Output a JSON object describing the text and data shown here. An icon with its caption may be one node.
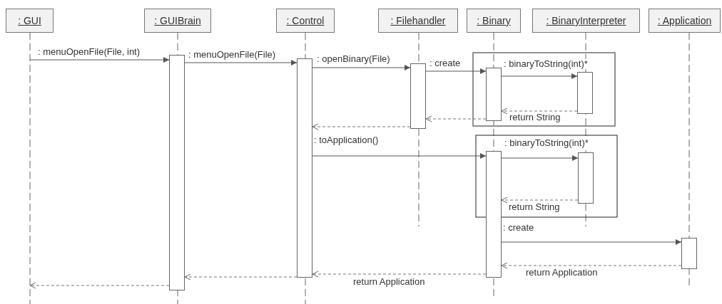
{
  "diagram": {
    "nodes": [
      {
        "text": [
          ": GUI"
        ]
      },
      {
        "text": [
          ": GUIBrain"
        ]
      },
      {
        "text": [
          ": Control"
        ]
      },
      {
        "text": [
          ": Filehandler"
        ]
      },
      {
        "text": [
          ": Binary"
        ]
      },
      {
        "text": [
          ": BinaryInterpreter"
        ]
      },
      {
        "text": [
          ": Application"
        ]
      },
      {
        "text": [],
        "shape": "bar"
      },
      {
        "text": [],
        "shape": "bar"
      },
      {
        "text": [],
        "shape": "bar"
      },
      {
        "text": [],
        "shape": "bar"
      },
      {
        "text": [],
        "shape": "bar"
      },
      {
        "text": [],
        "shape": "bar"
      },
      {
        "text": [],
        "shape": "bar"
      },
      {
        "text": [],
        "shape": "bar"
      }
    ],
    "edges": [
      {
        "from": null,
        "to": 7,
        "arrow": "to",
        "label": ": menuOpenFile(File, int)"
      },
      {
        "from": 7,
        "to": 8,
        "arrow": "to",
        "label": ": menuOpenFile(File)"
      },
      {
        "from": 8,
        "to": 9,
        "arrow": "to",
        "label": ": openBinary(File)"
      },
      {
        "from": 9,
        "to": 10,
        "arrow": "to",
        "label": ": create"
      },
      {
        "from": 10,
        "to": 11,
        "arrow": "to",
        "label": ": binaryToString(int)*"
      },
      {
        "from": 11,
        "to": 10,
        "arrow": "to",
        "label": "return String",
        "style": "dashed"
      },
      {
        "from": 10,
        "to": 9,
        "arrow": "to",
        "style": "dashed"
      },
      {
        "from": 9,
        "to": 8,
        "arrow": "to",
        "style": "dashed"
      },
      {
        "from": 8,
        "to": 12,
        "arrow": "to",
        "label": ": toApplication()"
      },
      {
        "from": 12,
        "to": 13,
        "arrow": "to",
        "label": ": binaryToString(int)*"
      },
      {
        "from": 13,
        "to": 12,
        "arrow": "to",
        "label": "return String",
        "style": "dashed"
      },
      {
        "from": 12,
        "to": 14,
        "arrow": "to",
        "label": ": create"
      },
      {
        "from": 14,
        "to": 12,
        "arrow": "to",
        "label": "return Application",
        "style": "dashed"
      },
      {
        "from": 12,
        "to": 8,
        "arrow": "to",
        "label": "return Application",
        "style": "dashed"
      },
      {
        "from": 8,
        "to": 7,
        "arrow": "to",
        "style": "dashed"
      },
      {
        "from": 7,
        "to": null,
        "arrow": "to",
        "style": "dashed"
      }
    ]
  }
}
